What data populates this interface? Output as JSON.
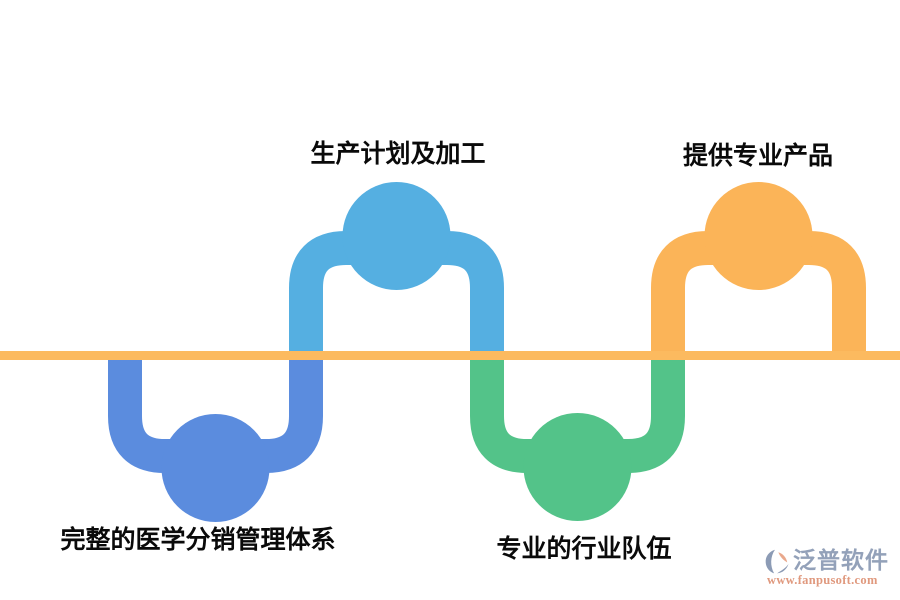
{
  "diagram": {
    "type": "process-wave",
    "baseline": {
      "color": "#FCBA5F"
    },
    "nodes": [
      {
        "label": "完整的医学分销管理体系",
        "color": "#5B8CDE",
        "side": "below-line"
      },
      {
        "label": "生产计划及加工",
        "color": "#55AFE1",
        "side": "above-line"
      },
      {
        "label": "专业的行业队伍",
        "color": "#53C389",
        "side": "below-line"
      },
      {
        "label": "提供专业产品",
        "color": "#FBB458",
        "side": "above-line"
      }
    ]
  },
  "watermark": {
    "brand": "泛普软件",
    "url": "www.fanpusoft.com",
    "brand_color": "#93A1B9",
    "url_color": "#E0997E",
    "logo": {
      "primary": "#8C9BB5",
      "accent": "#E9A88C"
    }
  }
}
